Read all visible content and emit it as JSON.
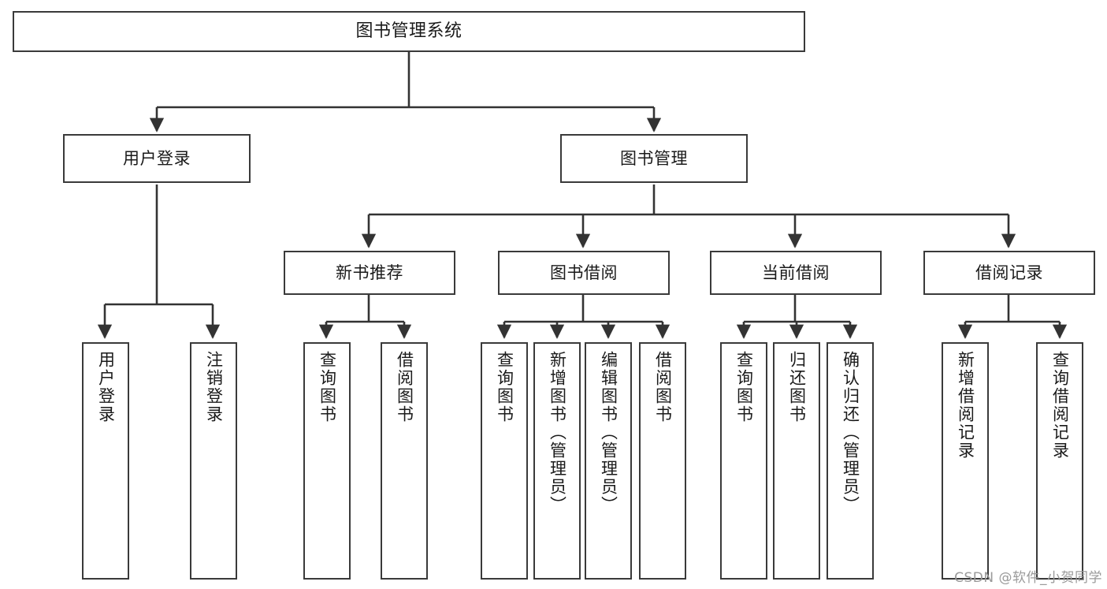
{
  "diagram": {
    "title": "图书管理系统",
    "watermark": "CSDN @软件_小贺同学",
    "colors": {
      "box_border": "#3a3a3a",
      "box_fill": "#ffffff",
      "connector": "#333333",
      "text": "#1a1a1a",
      "watermark": "#9a9a9a",
      "background": "#ffffff"
    },
    "root": {
      "label": "图书管理系统"
    },
    "level2": [
      {
        "label": "用户登录"
      },
      {
        "label": "图书管理"
      }
    ],
    "level3": [
      {
        "label": "新书推荐"
      },
      {
        "label": "图书借阅"
      },
      {
        "label": "当前借阅"
      },
      {
        "label": "借阅记录"
      }
    ],
    "leaves": {
      "user_login": [
        {
          "label": "用户登录"
        },
        {
          "label": "注销登录"
        }
      ],
      "new_book_recommend": [
        {
          "label": "查询图书"
        },
        {
          "label": "借阅图书"
        }
      ],
      "book_borrow": [
        {
          "label": "查询图书"
        },
        {
          "label": "新增图书（管理员）"
        },
        {
          "label": "编辑图书（管理员）"
        },
        {
          "label": "借阅图书"
        }
      ],
      "current_borrow": [
        {
          "label": "查询图书"
        },
        {
          "label": "归还图书"
        },
        {
          "label": "确认归还（管理员）"
        }
      ],
      "borrow_records": [
        {
          "label": "新增借阅记录"
        },
        {
          "label": "查询借阅记录"
        }
      ]
    }
  }
}
